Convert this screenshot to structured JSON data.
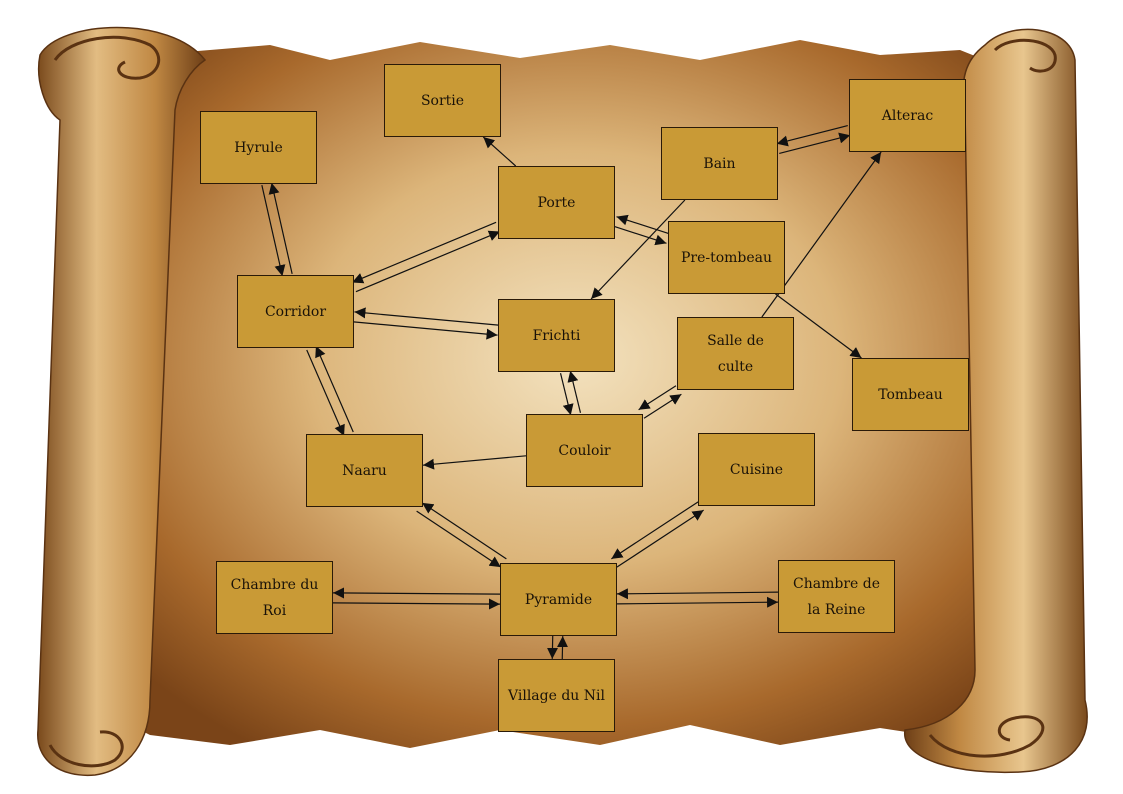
{
  "map": {
    "rooms": [
      {
        "id": "sortie",
        "label": "Sortie"
      },
      {
        "id": "hyrule",
        "label": "Hyrule"
      },
      {
        "id": "alterac",
        "label": "Alterac"
      },
      {
        "id": "bain",
        "label": "Bain"
      },
      {
        "id": "porte",
        "label": "Porte"
      },
      {
        "id": "pretombeau",
        "label": "Pre-tombeau"
      },
      {
        "id": "corridor",
        "label": "Corridor"
      },
      {
        "id": "frichti",
        "label": "Frichti"
      },
      {
        "id": "salleculte",
        "label": "Salle de\nculte"
      },
      {
        "id": "tombeau",
        "label": "Tombeau"
      },
      {
        "id": "naaru",
        "label": "Naaru"
      },
      {
        "id": "couloir",
        "label": "Couloir"
      },
      {
        "id": "cuisine",
        "label": "Cuisine"
      },
      {
        "id": "chambreroi",
        "label": "Chambre du\nRoi"
      },
      {
        "id": "pyramide",
        "label": "Pyramide"
      },
      {
        "id": "chambrereine",
        "label": "Chambre de\nla Reine"
      },
      {
        "id": "village",
        "label": "Village du Nil"
      }
    ],
    "passages": [
      {
        "from": "hyrule",
        "to": "corridor"
      },
      {
        "from": "corridor",
        "to": "hyrule"
      },
      {
        "from": "corridor",
        "to": "porte"
      },
      {
        "from": "porte",
        "to": "corridor"
      },
      {
        "from": "corridor",
        "to": "frichti"
      },
      {
        "from": "frichti",
        "to": "corridor"
      },
      {
        "from": "corridor",
        "to": "naaru"
      },
      {
        "from": "naaru",
        "to": "corridor"
      },
      {
        "from": "porte",
        "to": "sortie"
      },
      {
        "from": "porte",
        "to": "pretombeau"
      },
      {
        "from": "pretombeau",
        "to": "porte"
      },
      {
        "from": "pretombeau",
        "to": "tombeau"
      },
      {
        "from": "bain",
        "to": "alterac"
      },
      {
        "from": "alterac",
        "to": "bain"
      },
      {
        "from": "bain",
        "to": "frichti"
      },
      {
        "from": "salleculte",
        "to": "alterac"
      },
      {
        "from": "frichti",
        "to": "couloir"
      },
      {
        "from": "couloir",
        "to": "frichti"
      },
      {
        "from": "couloir",
        "to": "salleculte"
      },
      {
        "from": "salleculte",
        "to": "couloir"
      },
      {
        "from": "couloir",
        "to": "naaru"
      },
      {
        "from": "naaru",
        "to": "pyramide"
      },
      {
        "from": "pyramide",
        "to": "naaru"
      },
      {
        "from": "pyramide",
        "to": "cuisine"
      },
      {
        "from": "cuisine",
        "to": "pyramide"
      },
      {
        "from": "chambreroi",
        "to": "pyramide"
      },
      {
        "from": "pyramide",
        "to": "chambreroi"
      },
      {
        "from": "pyramide",
        "to": "chambrereine"
      },
      {
        "from": "chambrereine",
        "to": "pyramide"
      },
      {
        "from": "pyramide",
        "to": "village"
      },
      {
        "from": "village",
        "to": "pyramide"
      }
    ]
  }
}
